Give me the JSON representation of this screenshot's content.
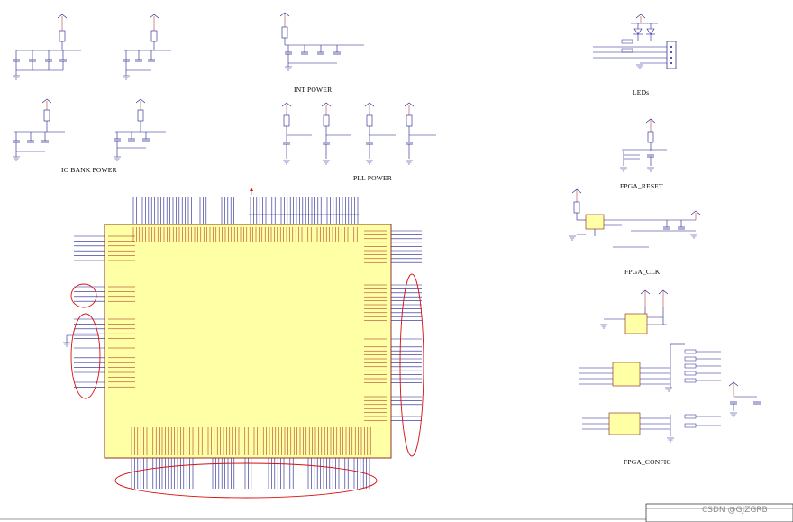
{
  "sections": {
    "io_bank_power": "IO BANK POWER",
    "int_power": "INT POWER",
    "pll_power": "PLL POWER",
    "leds": "LEDs",
    "fpga_reset": "FPGA_RESET",
    "fpga_clk": "FPGA_CLK",
    "fpga_config": "FPGA_CONFIG"
  },
  "watermark": "CSDN @GJZGRB",
  "colors": {
    "wire": "#1d1d8c",
    "chip_fill": "#ffffa6",
    "chip_border": "#8b1a1a",
    "annotation": "#d81010",
    "power_arrow": "#d81010"
  },
  "annotations": [
    {
      "label": "left-jtag-pins",
      "shape": "ellipse"
    },
    {
      "label": "left-config-pins",
      "shape": "ellipse"
    },
    {
      "label": "right-io-pins",
      "shape": "ellipse"
    },
    {
      "label": "bottom-io-pins",
      "shape": "ellipse"
    }
  ]
}
